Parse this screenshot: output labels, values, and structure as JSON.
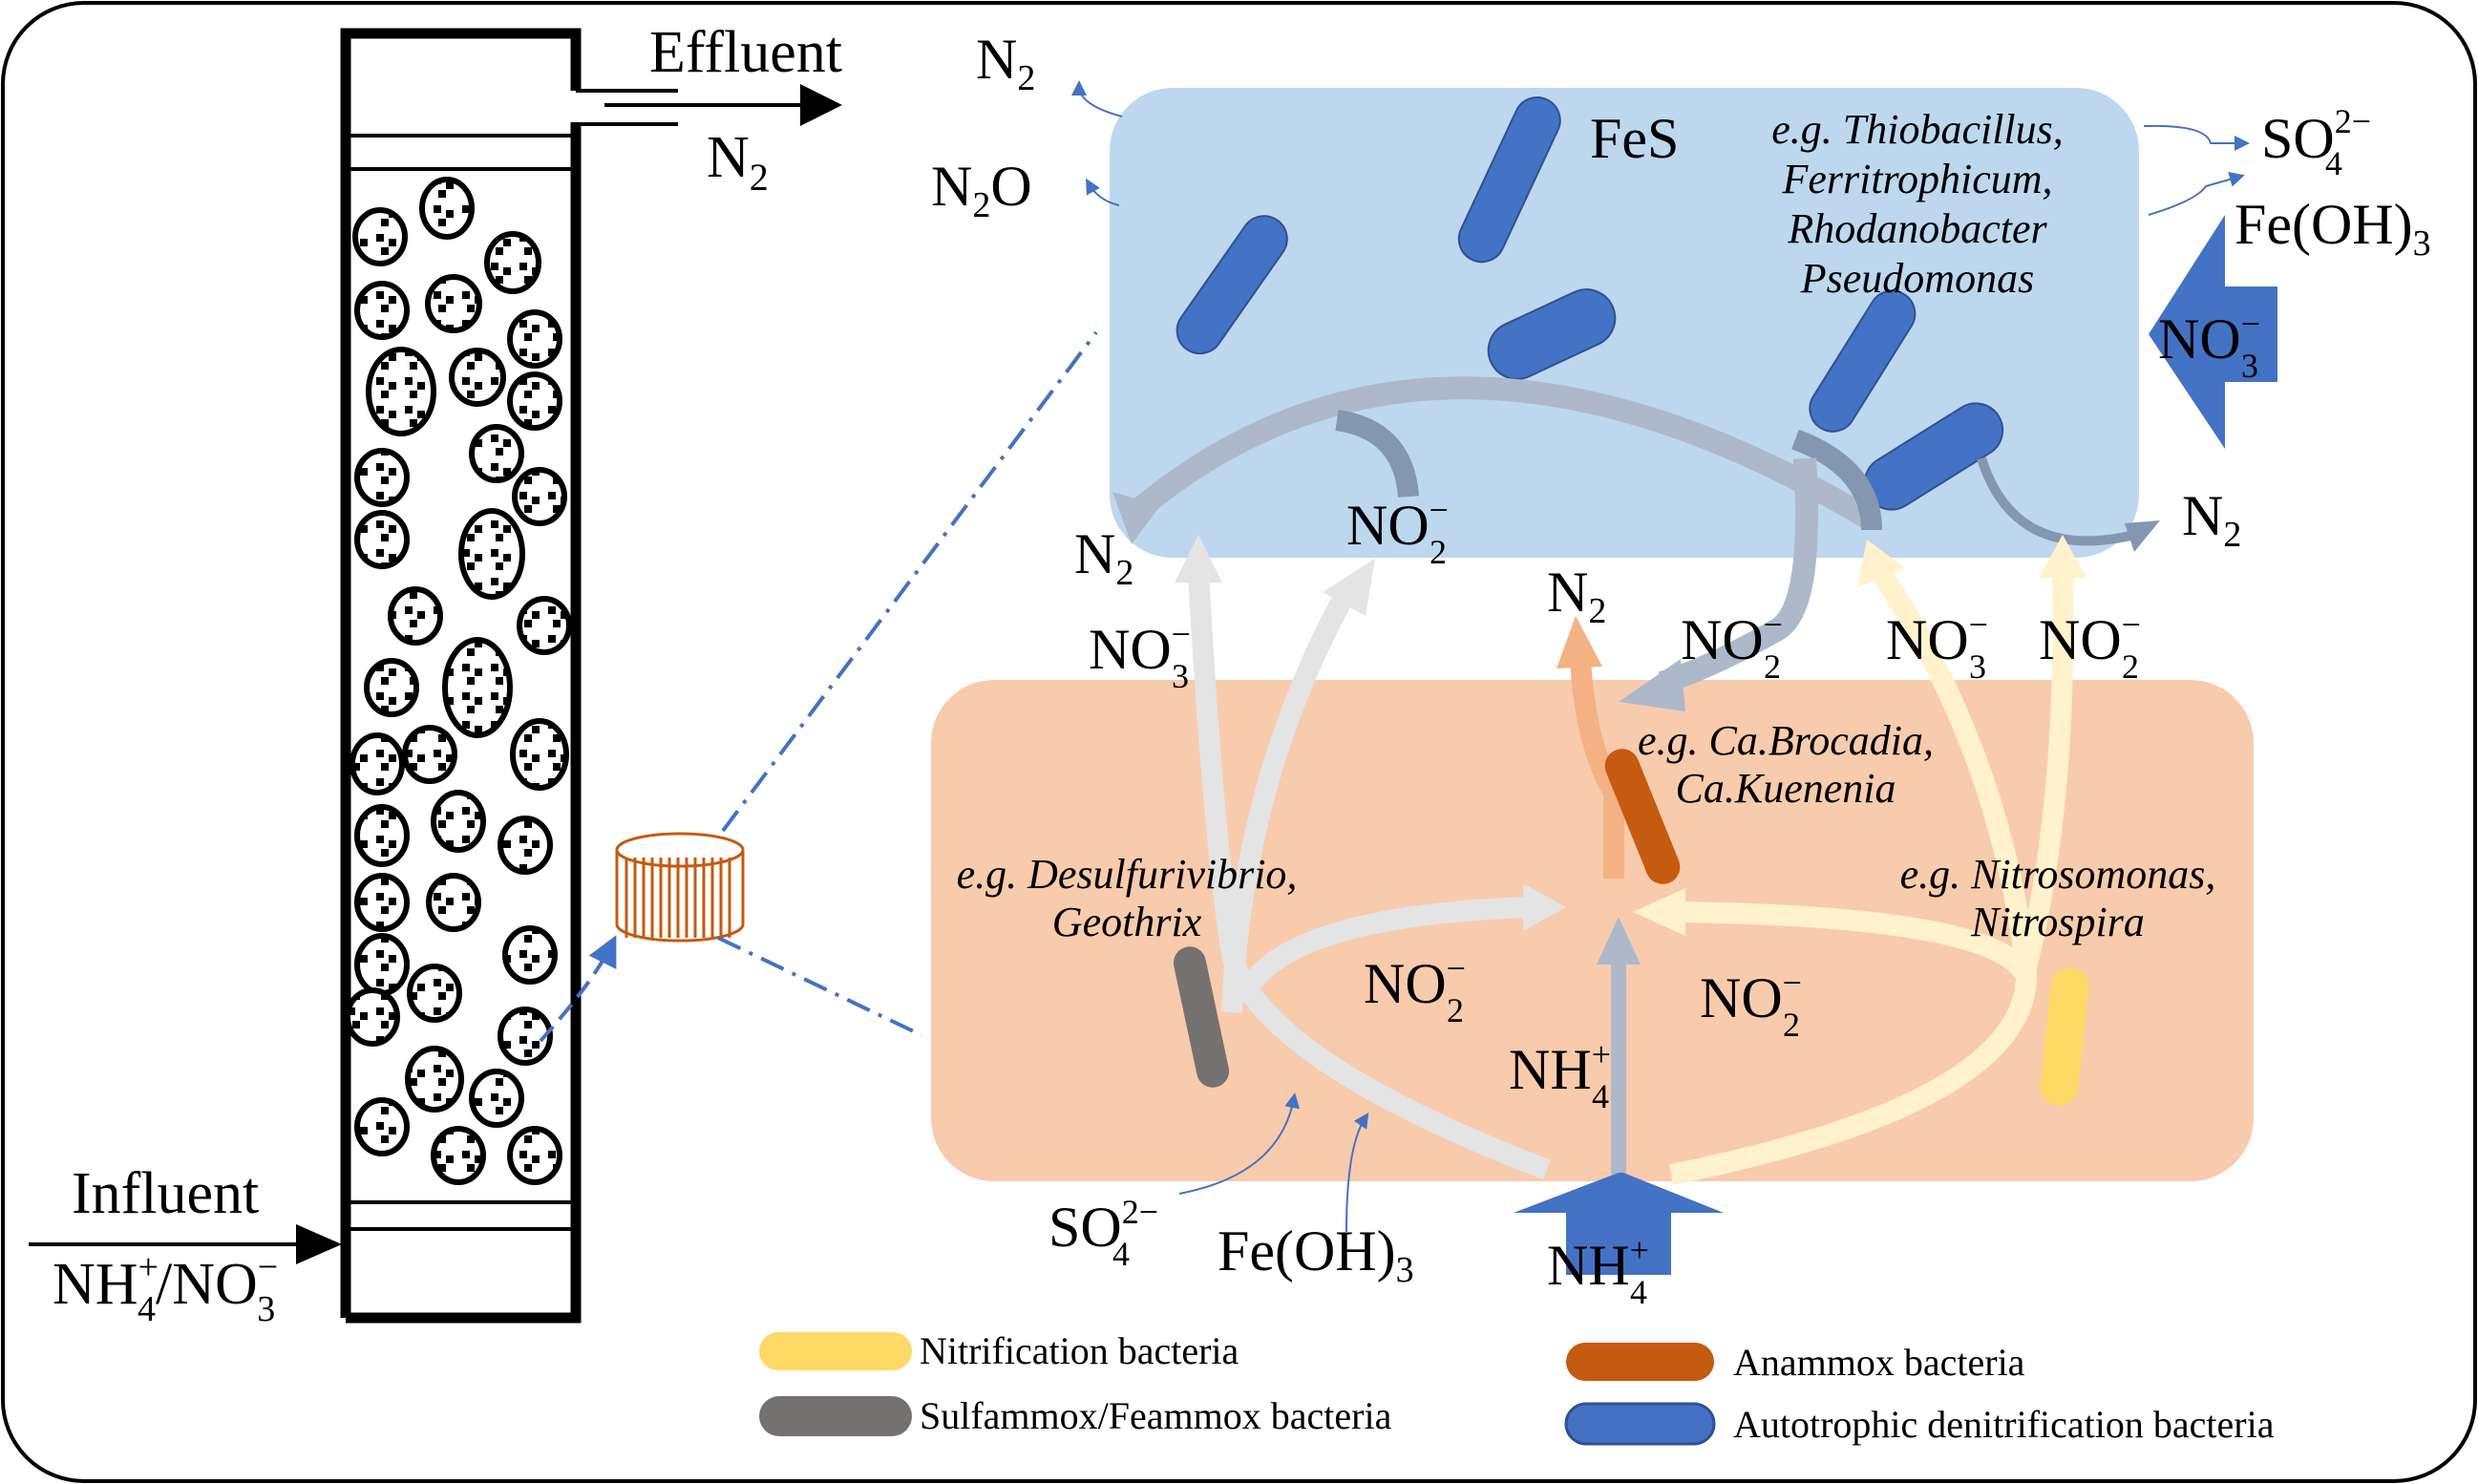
{
  "reactor": {
    "effluent_label": "Effluent",
    "effluent_gas": "N",
    "effluent_gas_sub": "2",
    "influent_label": "Influent",
    "influent_feed": {
      "a": "NH",
      "a_sup": "+",
      "a_sub": "4",
      "sep": "/",
      "b": "NO",
      "b_sup": "−",
      "b_sub": "3"
    }
  },
  "biofilm_top": {
    "fill": "#bdd7ee",
    "donor": "FeS",
    "species": [
      "e.g. Thiobacillus,",
      "Ferritrophicum,",
      "Rhodanobacter",
      "Pseudomonas"
    ],
    "outputs": {
      "n2": {
        "base": "N",
        "sub": "2"
      },
      "n2o": {
        "base": "N",
        "sub": "2",
        "tail": "O"
      },
      "so4": {
        "base": "SO",
        "sup": "2−",
        "sub": "4"
      },
      "feoh3": {
        "base": "Fe(OH)",
        "sub": "3"
      },
      "n2_right": {
        "base": "N",
        "sub": "2"
      }
    },
    "input_arrow": {
      "base": "NO",
      "sup": "−",
      "sub": "3"
    }
  },
  "middle_labels": {
    "n2_left": {
      "base": "N",
      "sub": "2"
    },
    "no2_left": {
      "base": "NO",
      "sup": "−",
      "sub": "2"
    },
    "no3_left": {
      "base": "NO",
      "sup": "−",
      "sub": "3"
    },
    "n2_center": {
      "base": "N",
      "sub": "2"
    },
    "no2_center": {
      "base": "NO",
      "sup": "−",
      "sub": "2"
    },
    "no3_right": {
      "base": "NO",
      "sup": "−",
      "sub": "3"
    },
    "no2_right": {
      "base": "NO",
      "sup": "−",
      "sub": "2"
    }
  },
  "biofilm_bottom": {
    "fill": "#f8cbad",
    "anammox_species": [
      "e.g. Ca.Brocadia,",
      "Ca.Kuenenia"
    ],
    "sulfammox_species": [
      "e.g. Desulfurivibrio,",
      "Geothrix"
    ],
    "nitrif_species": [
      "e.g. Nitrosomonas,",
      "Nitrospira"
    ],
    "no2_a": {
      "base": "NO",
      "sup": "−",
      "sub": "2"
    },
    "no2_b": {
      "base": "NO",
      "sup": "−",
      "sub": "2"
    },
    "nh4_inner": {
      "base": "NH",
      "sup": "+",
      "sub": "4"
    },
    "so4_input": {
      "base": "SO",
      "sup": "2−",
      "sub": "4"
    },
    "feoh3_input": {
      "base": "Fe(OH)",
      "sub": "3"
    },
    "nh4_arrow": {
      "base": "NH",
      "sup": "+",
      "sub": "4"
    }
  },
  "legend": {
    "items": [
      {
        "label": "Nitrification bacteria",
        "color": "#ffd966"
      },
      {
        "label": "Sulfammox/Feammox bacteria",
        "color": "#767171"
      },
      {
        "label": "Anammox bacteria",
        "color": "#c55a11"
      },
      {
        "label": "Autotrophic denitrification bacteria",
        "color": "#4472c4"
      }
    ]
  },
  "colors": {
    "blue_bacteria": "#4472c4",
    "anammox": "#c55a11",
    "sulfammox": "#767171",
    "nitrif": "#ffd966",
    "arrow_grey": "#e4e4e4",
    "arrow_bluegrey": "#adb9ca",
    "arrow_darkgrey": "#8497b0",
    "arrow_cream": "#fff2cc",
    "arrow_orange": "#f4b183",
    "carrier": "#c55a11",
    "dash": "#4472c4"
  }
}
